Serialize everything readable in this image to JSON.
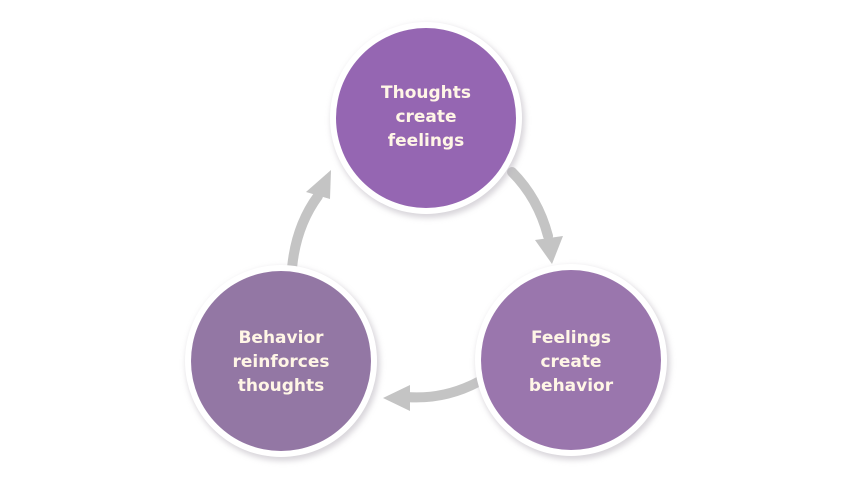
{
  "diagram": {
    "nodes": [
      {
        "id": "thoughts",
        "lines": [
          "Thoughts",
          "create",
          "feelings"
        ],
        "fill": "#9566b2"
      },
      {
        "id": "feelings",
        "lines": [
          "Feelings",
          "create",
          "behavior"
        ],
        "fill": "#9a76ad"
      },
      {
        "id": "behavior",
        "lines": [
          "Behavior",
          "reinforces",
          "thoughts"
        ],
        "fill": "#9377a4"
      }
    ],
    "arrows": [
      {
        "from": "thoughts",
        "to": "feelings"
      },
      {
        "from": "feelings",
        "to": "behavior"
      },
      {
        "from": "behavior",
        "to": "thoughts"
      }
    ],
    "colors": {
      "ring": "#ffffff",
      "shadow": "#b9b4bd",
      "arrow": "#c4c4c4",
      "text": "#fff6e6"
    }
  }
}
